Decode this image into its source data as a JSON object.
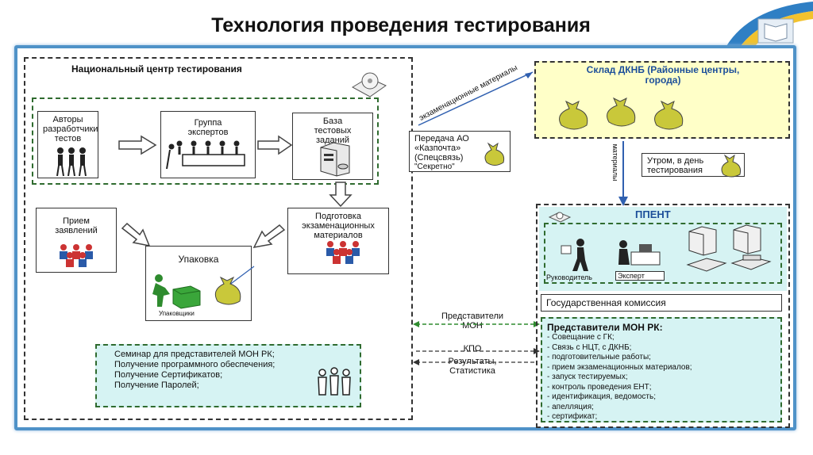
{
  "title": "Технология проведения тестирования",
  "national_center": {
    "title": "Национальный центр тестирования",
    "authors": "Авторы разработчики тестов",
    "experts": "Группа экспертов",
    "db": "База тестовых заданий",
    "applications": "Прием заявлений",
    "prep": "Подготовка экзаменационных материалов",
    "packing": "Упаковка",
    "packers": "Упаковщики",
    "seminar": [
      "Семинар для представителей МОН РК;",
      "Получение программного обеспечения;",
      "Получение Сертификатов;",
      "Получение Паролей;"
    ]
  },
  "middle": {
    "exam_materials": "экзаменационные материалы",
    "transfer": [
      "Передача АО",
      "«Казпочта»",
      "(Спецсвязь)",
      "\"Секретно\""
    ],
    "mon_reps": [
      "Представители",
      "МОН"
    ],
    "kpo": "КПО",
    "results": [
      "Результаты,",
      "Статистика"
    ]
  },
  "warehouse": {
    "title": [
      "Склад ДКНБ (Районные центры,",
      "города)"
    ],
    "materials": "материалы",
    "morning": [
      "Утром, в день",
      "тестирования"
    ]
  },
  "ppent": {
    "title": "ППЕНТ",
    "leader": "Руководитель",
    "expert": "Эксперт",
    "commission": "Государственная комиссия",
    "reps_title": "Представители МОН РК:",
    "reps_items": [
      "- Совещание с ГК;",
      "- Связь с НЦТ, с ДКНБ;",
      "- подготовительные работы;",
      "- прием экзаменационных материалов;",
      "- запуск тестируемых;",
      "- контроль проведения ЕНТ;",
      "- идентификация, ведомость;",
      "- апелляция;",
      "- сертификат;"
    ]
  },
  "colors": {
    "frame": "#4f92c8",
    "bag": "#c9c83a",
    "cyan_fill": "#d6f3f3",
    "yellow_fill": "#ffffc8"
  }
}
